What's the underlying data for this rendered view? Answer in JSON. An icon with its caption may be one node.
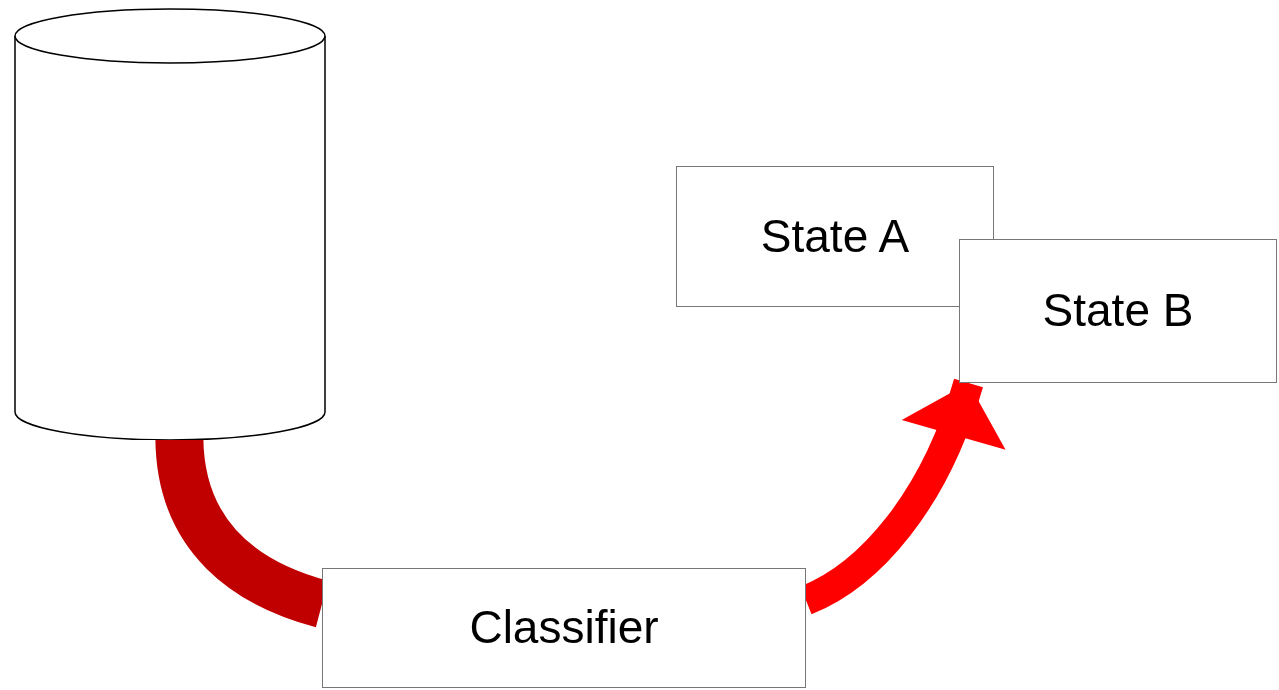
{
  "diagram": {
    "nodes": [
      {
        "text": [],
        "shape": "cylinder"
      },
      {
        "text": [
          "Classifier"
        ]
      },
      {
        "text": [
          "State A"
        ]
      },
      {
        "text": [
          "State B"
        ]
      }
    ],
    "edges": [
      {
        "from": 0,
        "to": 1,
        "arrow": "none",
        "color": "#c00000"
      },
      {
        "from": 1,
        "to": 3,
        "arrow": "to",
        "color": "#ff0000"
      }
    ]
  }
}
